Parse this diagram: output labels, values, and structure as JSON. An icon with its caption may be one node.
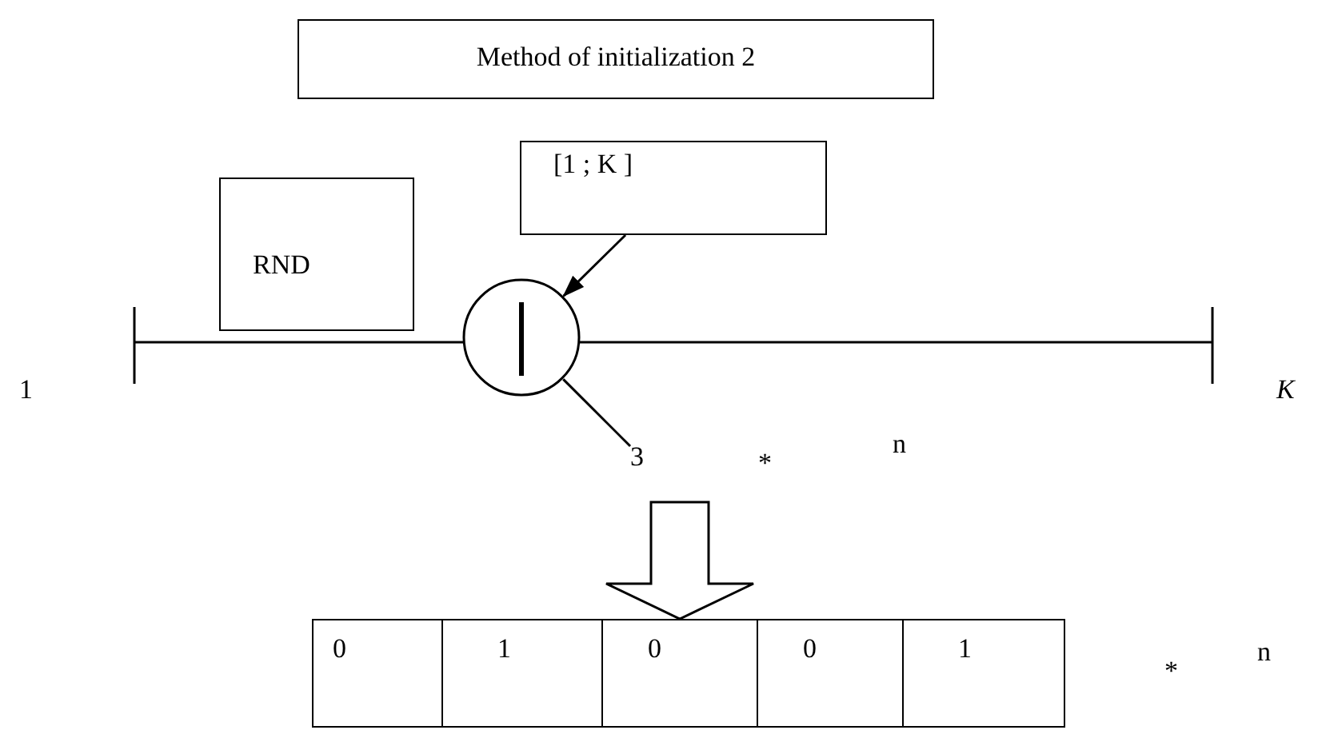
{
  "diagram": {
    "nodes": [
      {
        "text": [
          "Method of initialization 2"
        ]
      },
      {
        "text": [
          "[1 ; K ]"
        ]
      },
      {
        "text": [
          "RND"
        ]
      },
      {
        "text": [],
        "shape": "circle"
      },
      {
        "text": [
          "0"
        ]
      },
      {
        "text": [
          "1"
        ]
      },
      {
        "text": [
          "0"
        ]
      },
      {
        "text": [
          "0"
        ]
      },
      {
        "text": [
          "1"
        ]
      },
      {
        "text": [
          "3"
        ]
      }
    ],
    "edges": [
      {
        "from": 1,
        "to": 3,
        "arrow": "to"
      },
      {
        "from": 9,
        "to": 3,
        "arrow": "none"
      },
      {
        "from": 9,
        "to": 6,
        "arrow": "to",
        "style": "thick"
      }
    ],
    "labels": [
      "1",
      "K",
      "*",
      "n",
      "*",
      "n"
    ]
  }
}
